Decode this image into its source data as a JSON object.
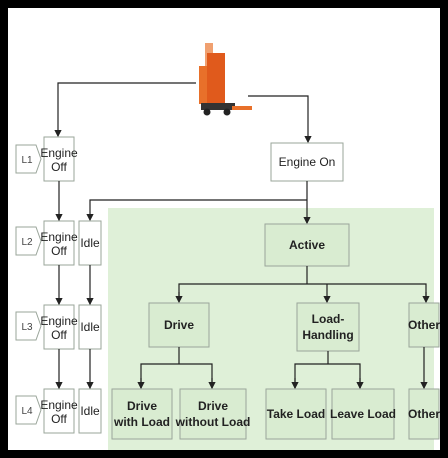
{
  "levels": [
    "L1",
    "L2",
    "L3",
    "L4"
  ],
  "nodes": {
    "engine_off": [
      "Engine",
      "Off"
    ],
    "engine_on": "Engine On",
    "idle": "Idle",
    "active": "Active",
    "drive": "Drive",
    "load_handling": [
      "Load-",
      "Handling"
    ],
    "other": "Other",
    "drive_with_load": [
      "Drive",
      "with Load"
    ],
    "drive_without_load": [
      "Drive",
      "without Load"
    ],
    "take_load": "Take Load",
    "leave_load": "Leave Load"
  },
  "colors": {
    "active_region_fill": "#dff0d8",
    "box_fill_green": "#d9ecd1",
    "box_fill_plain": "#ffffff",
    "box_border": "#9aa59a",
    "line": "#222222",
    "forklift_body": "#e8702a",
    "forklift_mast": "#d9541c"
  }
}
